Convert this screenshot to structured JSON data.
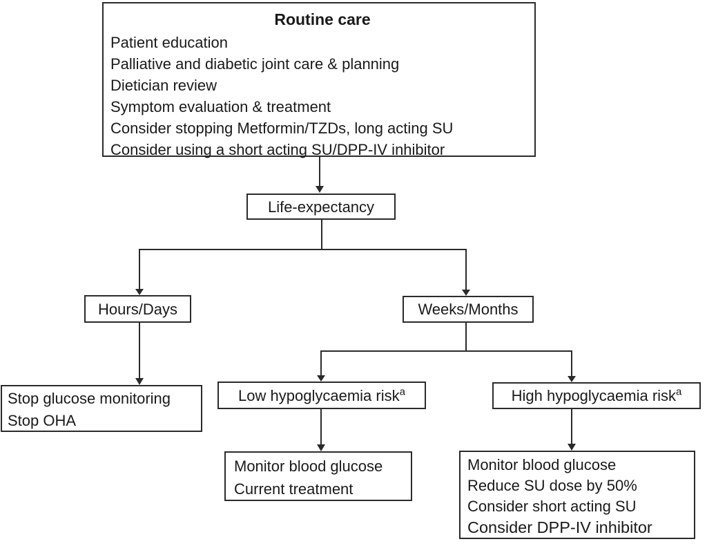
{
  "colors": {
    "background": "#ffffff",
    "text": "#1a1a1a",
    "box_border": "#2a2a2a",
    "connector_line": "#2a2a2a"
  },
  "nodes": {
    "routine_care": {
      "title": "Routine care",
      "lines": [
        "Patient education",
        "Palliative and diabetic joint care & planning",
        "Dietician review",
        "Symptom evaluation & treatment",
        "Consider stopping Metformin/TZDs, long acting SU",
        "Consider using a short acting SU/DPP-IV inhibitor"
      ]
    },
    "life_expectancy": {
      "label": "Life-expectancy"
    },
    "hours_days": {
      "label": "Hours/Days"
    },
    "weeks_months": {
      "label": "Weeks/Months"
    },
    "stop_care": {
      "lines": [
        "Stop glucose monitoring",
        "Stop OHA"
      ]
    },
    "low_risk": {
      "label": "Low hypoglycaemia risk",
      "footnote_marker": "a"
    },
    "high_risk": {
      "label": "High hypoglycaemia risk",
      "footnote_marker": "a"
    },
    "monitor_current": {
      "lines": [
        "Monitor blood glucose",
        "Current treatment"
      ]
    },
    "monitor_high_risk": {
      "lines": [
        "Monitor blood glucose",
        "Reduce SU dose by 50%",
        "Consider short acting SU",
        "Consider DPP-IV inhibitor"
      ]
    }
  }
}
